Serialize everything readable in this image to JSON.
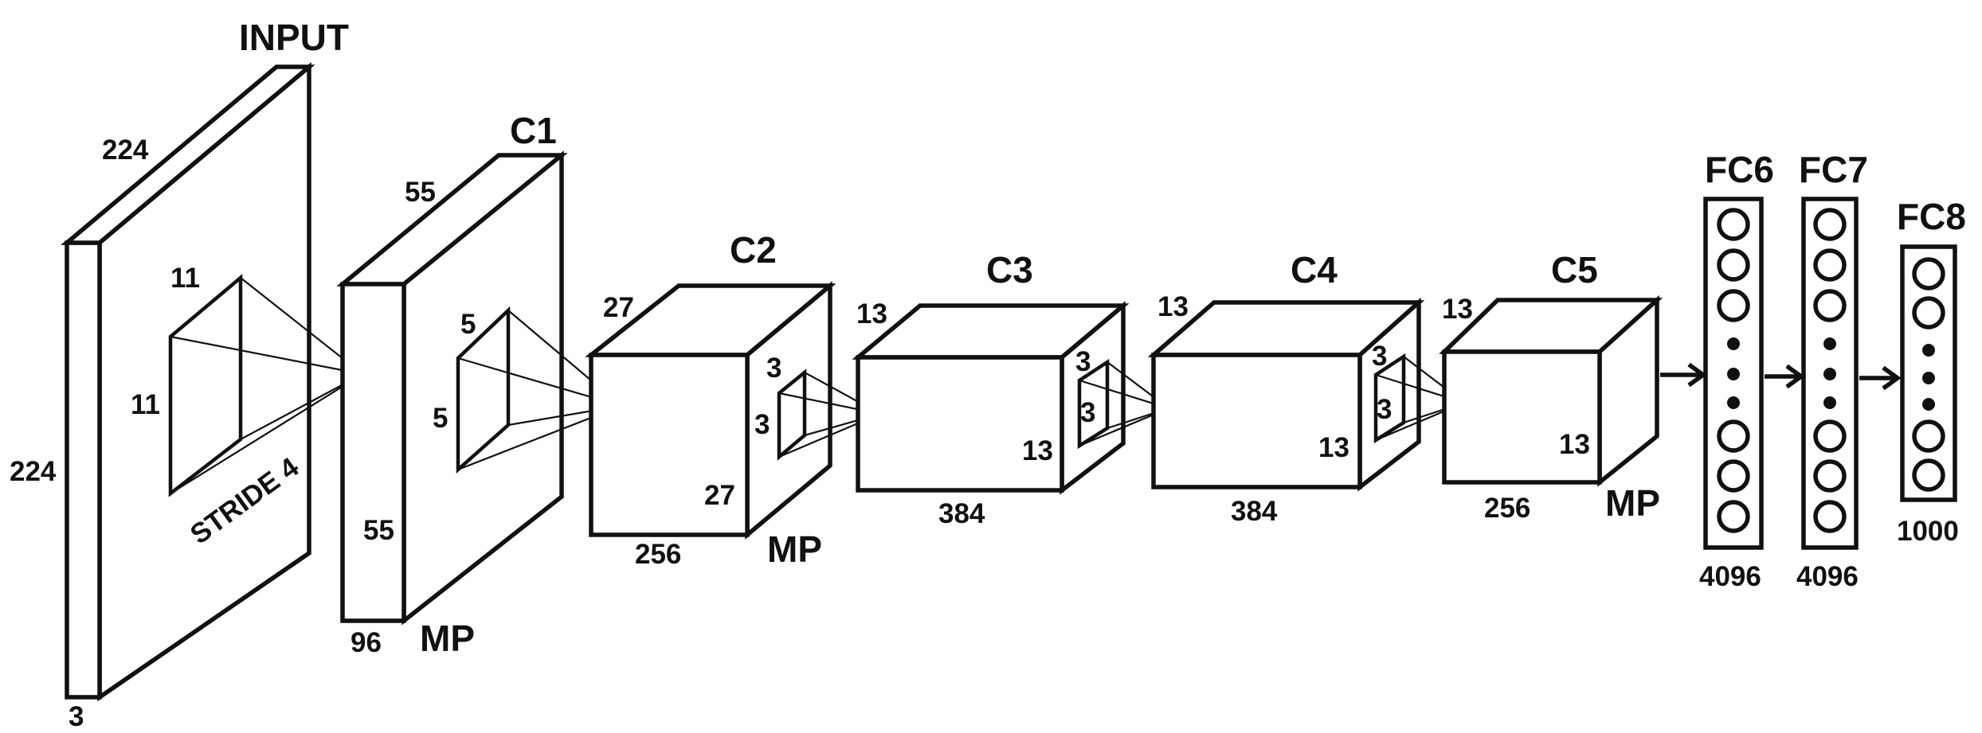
{
  "diagram": {
    "input": {
      "title": "INPUT",
      "width": "224",
      "height": "224",
      "depth": "3",
      "kernel_w": "11",
      "kernel_h": "11",
      "stride": "STRIDE 4"
    },
    "c1": {
      "title": "C1",
      "width": "55",
      "height": "55",
      "depth": "96",
      "pool": "MP",
      "kernel_w": "5",
      "kernel_h": "5"
    },
    "c2": {
      "title": "C2",
      "width": "27",
      "height": "27",
      "depth": "256",
      "pool": "MP",
      "kernel_w": "3",
      "kernel_h": "3"
    },
    "c3": {
      "title": "C3",
      "width": "13",
      "height": "13",
      "depth": "384",
      "kernel_w": "3",
      "kernel_h": "3"
    },
    "c4": {
      "title": "C4",
      "width": "13",
      "height": "13",
      "depth": "384",
      "kernel_w": "3",
      "kernel_h": "3"
    },
    "c5": {
      "title": "C5",
      "width": "13",
      "height": "13",
      "depth": "256",
      "pool": "MP"
    },
    "fc6": {
      "title": "FC6",
      "units": "4096"
    },
    "fc7": {
      "title": "FC7",
      "units": "4096"
    },
    "fc8": {
      "title": "FC8",
      "units": "1000"
    }
  }
}
